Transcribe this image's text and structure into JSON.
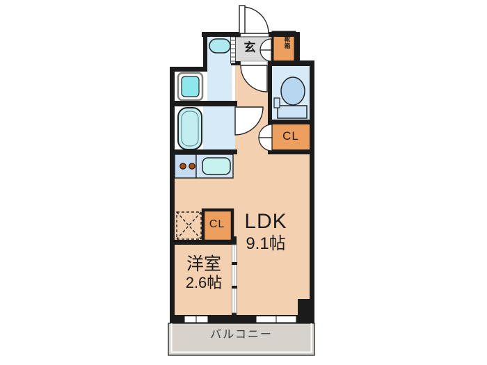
{
  "floor_plan": {
    "rooms": [
      {
        "id": "entrance",
        "label": "玄"
      },
      {
        "id": "shoe-box",
        "label": "靴箱"
      },
      {
        "id": "hall-closet",
        "label": "CL"
      },
      {
        "id": "bedroom-closet",
        "label": "CL"
      },
      {
        "id": "ldk",
        "label": "LDK",
        "size": "9.1帖"
      },
      {
        "id": "bedroom",
        "label": "洋室",
        "size": "2.6帖"
      },
      {
        "id": "balcony",
        "label": "バルコニー"
      }
    ],
    "fixtures": [
      "front-door",
      "wash-basin",
      "washing-machine",
      "bathtub",
      "toilet",
      "kitchen-sink",
      "stove-burners",
      "refrigerator-space",
      "sliding-door",
      "double-door-closet",
      "windows"
    ],
    "colors": {
      "wall": "#1b1b1b",
      "floor_peach": "#f3d1b0",
      "wet_room_blue": "#d7eaf7",
      "fixture_cyan": "#aee9ef",
      "closet_orange": "#eda05e",
      "entrance_gray": "#dadada",
      "balcony_gray": "#d7d3cc",
      "background": "#ffffff"
    }
  }
}
